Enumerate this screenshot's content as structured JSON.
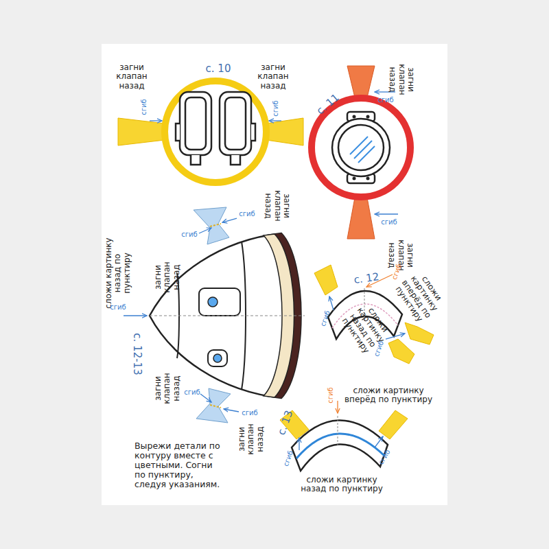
{
  "diagram": {
    "nodes": [
      {
        "text": [
          "с. 10"
        ]
      },
      {
        "text": [
          "с. 11"
        ]
      },
      {
        "text": [
          "с. 12-13"
        ]
      },
      {
        "text": [
          "с. 12"
        ]
      },
      {
        "text": [
          "с. 13"
        ]
      }
    ],
    "labels": [
      "загни клапан назад",
      "загни клапан назад",
      "сгиб",
      "сгиб",
      "загни клапан назад",
      "сгиб",
      "сгиб",
      "загни клапан назад",
      "загни клапан назад",
      "сгиб",
      "сгиб",
      "загни клапан назад",
      "сложи картинку назад по пунктиру",
      "сгиб",
      "сгиб",
      "сложи картинку вперёд по пунктиру",
      "сгиб",
      "сложи картинку назад по пунктиру",
      "сгиб",
      "загни клапан назад",
      "сгиб",
      "сгиб",
      "загни клапан назад",
      "сложи картинку вперёд по пунктиру",
      "сгиб",
      "сгиб",
      "сгиб",
      "сложи картинку назад по пунктиру",
      "Вырежи детали по контуру вместе с цветными. Согни по пунктиру, следуя указаниям."
    ]
  }
}
